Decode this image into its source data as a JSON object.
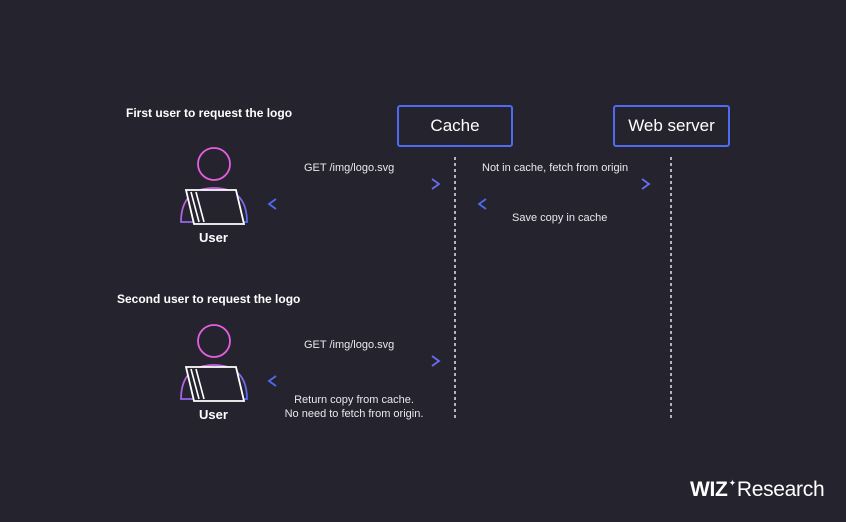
{
  "sections": {
    "first_title": "First user to request the logo",
    "second_title": "Second user to request the logo"
  },
  "nodes": {
    "cache": "Cache",
    "web_server": "Web server",
    "user_1": "User",
    "user_2": "User"
  },
  "messages": {
    "first_request": "GET /img/logo.svg",
    "cache_miss": "Not in cache, fetch from origin",
    "save_copy": "Save copy in cache",
    "second_request": "GET /img/logo.svg",
    "return_line1": "Return copy from cache.",
    "return_line2": "No need to fetch from origin."
  },
  "branding": {
    "wiz": "WIZ",
    "spark": "✦",
    "research": "Research"
  },
  "colors": {
    "background": "#25232e",
    "box_border": "#4f6cf0",
    "pink": "#e45fe0",
    "blue": "#4f6cf0"
  }
}
